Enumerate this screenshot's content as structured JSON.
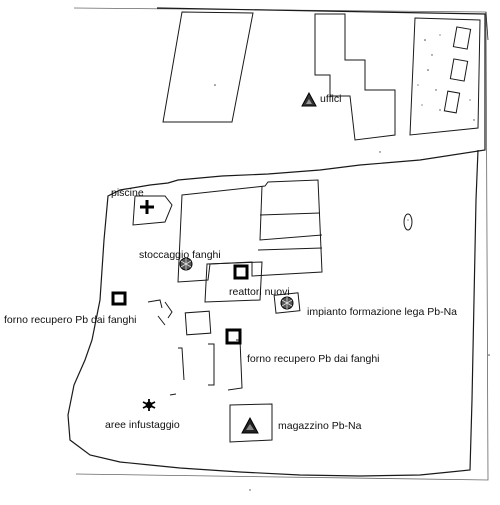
{
  "labels": {
    "uffici": "uffici",
    "piscine": "piscine",
    "stoccaggio": "stoccaggio fanghi",
    "reattori": "reattori nuovi",
    "impianto": "impianto formazione lega Pb-Na",
    "forno_left": "forno recupero Pb dai fanghi",
    "forno_center": "forno recupero Pb dai fanghi",
    "aree": "aree infustaggio",
    "magazzino": "magazzino Pb-Na"
  },
  "icons": {
    "uffici": "triangle-icon",
    "piscine": "cross-icon",
    "stoccaggio": "circle-hatched-icon",
    "reattori": "square-icon",
    "impianto": "circle-hatched-icon",
    "forno_left": "square-icon",
    "forno_center": "square-icon",
    "aree": "star-icon",
    "magazzino": "triangle-icon"
  },
  "colors": {
    "line": "#1a1a1a",
    "background": "#ffffff"
  }
}
